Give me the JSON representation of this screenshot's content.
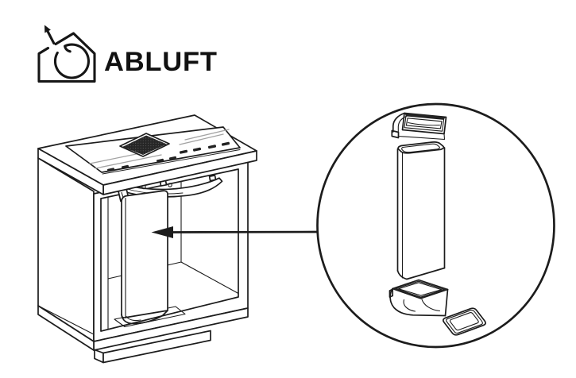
{
  "header": {
    "title": "ABLUFT",
    "icon": "house-exhaust-air-icon"
  },
  "illustration": {
    "cabinet": {
      "name": "base-cabinet-with-downdraft-hob",
      "features": [
        "countertop",
        "induction-hob-glass",
        "air-intake-grille",
        "hob-control-marks",
        "downdraft-plenum",
        "vertical-flat-duct",
        "open-front",
        "plinth"
      ]
    },
    "callout": {
      "shape": "circle",
      "connector": "arrow-pointing-to-duct",
      "parts": [
        "flat-duct-bend-90-top",
        "flat-duct-channel",
        "flat-duct-bend-90-bottom",
        "flat-duct-connector-frame"
      ]
    }
  },
  "colors": {
    "background": "#ffffff",
    "line": "#1c1c1c",
    "grille_fill": "#262626",
    "zone_marker": "#a3a3a3"
  }
}
